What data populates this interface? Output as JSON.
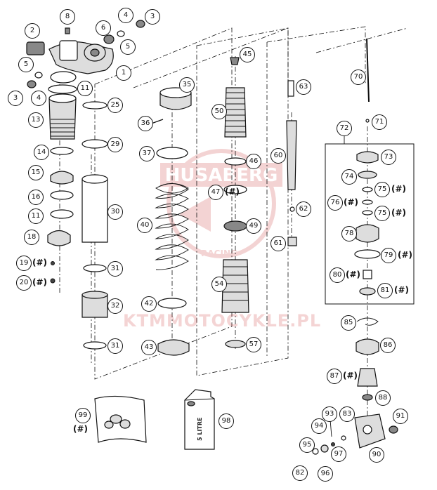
{
  "watermark": {
    "logo_lines": [
      "HUSABERG",
      "RACING"
    ],
    "url_text": "KTMMOTOCYKLE.PL",
    "color": "#cc3c3c"
  },
  "parts": [
    {
      "id": "part-1",
      "n": "1"
    },
    {
      "id": "part-2",
      "n": "2"
    },
    {
      "id": "part-3a",
      "n": "3"
    },
    {
      "id": "part-3b",
      "n": "3"
    },
    {
      "id": "part-4a",
      "n": "4"
    },
    {
      "id": "part-4b",
      "n": "4"
    },
    {
      "id": "part-5a",
      "n": "5"
    },
    {
      "id": "part-5b",
      "n": "5"
    },
    {
      "id": "part-6",
      "n": "6"
    },
    {
      "id": "part-8",
      "n": "8"
    },
    {
      "id": "part-11a",
      "n": "11"
    },
    {
      "id": "part-11b",
      "n": "11"
    },
    {
      "id": "part-13",
      "n": "13"
    },
    {
      "id": "part-14",
      "n": "14"
    },
    {
      "id": "part-15",
      "n": "15"
    },
    {
      "id": "part-16",
      "n": "16"
    },
    {
      "id": "part-18",
      "n": "18"
    },
    {
      "id": "part-19",
      "n": "19"
    },
    {
      "id": "part-20",
      "n": "20"
    },
    {
      "id": "part-25",
      "n": "25"
    },
    {
      "id": "part-29",
      "n": "29"
    },
    {
      "id": "part-30",
      "n": "30"
    },
    {
      "id": "part-31a",
      "n": "31"
    },
    {
      "id": "part-31b",
      "n": "31"
    },
    {
      "id": "part-32",
      "n": "32"
    },
    {
      "id": "part-35",
      "n": "35"
    },
    {
      "id": "part-36",
      "n": "36"
    },
    {
      "id": "part-37",
      "n": "37"
    },
    {
      "id": "part-40",
      "n": "40"
    },
    {
      "id": "part-42",
      "n": "42"
    },
    {
      "id": "part-43",
      "n": "43"
    },
    {
      "id": "part-45",
      "n": "45"
    },
    {
      "id": "part-46",
      "n": "46"
    },
    {
      "id": "part-47",
      "n": "47"
    },
    {
      "id": "part-49",
      "n": "49"
    },
    {
      "id": "part-50",
      "n": "50"
    },
    {
      "id": "part-54",
      "n": "54"
    },
    {
      "id": "part-57",
      "n": "57"
    },
    {
      "id": "part-60",
      "n": "60"
    },
    {
      "id": "part-61",
      "n": "61"
    },
    {
      "id": "part-62",
      "n": "62"
    },
    {
      "id": "part-63",
      "n": "63"
    },
    {
      "id": "part-70",
      "n": "70"
    },
    {
      "id": "part-71",
      "n": "71"
    },
    {
      "id": "part-72",
      "n": "72"
    },
    {
      "id": "part-73",
      "n": "73"
    },
    {
      "id": "part-74",
      "n": "74"
    },
    {
      "id": "part-75a",
      "n": "75"
    },
    {
      "id": "part-75b",
      "n": "75"
    },
    {
      "id": "part-76",
      "n": "76"
    },
    {
      "id": "part-78",
      "n": "78"
    },
    {
      "id": "part-79",
      "n": "79"
    },
    {
      "id": "part-80",
      "n": "80"
    },
    {
      "id": "part-81",
      "n": "81"
    },
    {
      "id": "part-85",
      "n": "85"
    },
    {
      "id": "part-86",
      "n": "86"
    },
    {
      "id": "part-87",
      "n": "87"
    },
    {
      "id": "part-88",
      "n": "88"
    },
    {
      "id": "part-90",
      "n": "90"
    },
    {
      "id": "part-91",
      "n": "91"
    },
    {
      "id": "part-93",
      "n": "93"
    },
    {
      "id": "part-94",
      "n": "94"
    },
    {
      "id": "part-95",
      "n": "95"
    },
    {
      "id": "part-96",
      "n": "96"
    },
    {
      "id": "part-97",
      "n": "97"
    },
    {
      "id": "part-82",
      "n": "82"
    },
    {
      "id": "part-83",
      "n": "83"
    },
    {
      "id": "part-98",
      "n": "98"
    },
    {
      "id": "part-99",
      "n": "99"
    }
  ],
  "notes": {
    "n19": "(#)",
    "n20": "(#)",
    "n47": "(#)",
    "n75a": "(#)",
    "n76": "(#)",
    "n75b": "(#)",
    "n79": "(#)",
    "n80": "(#)",
    "n81": "(#)",
    "n87": "(#)",
    "n99": "(#)"
  },
  "oil_can_label": "5 LITRE"
}
